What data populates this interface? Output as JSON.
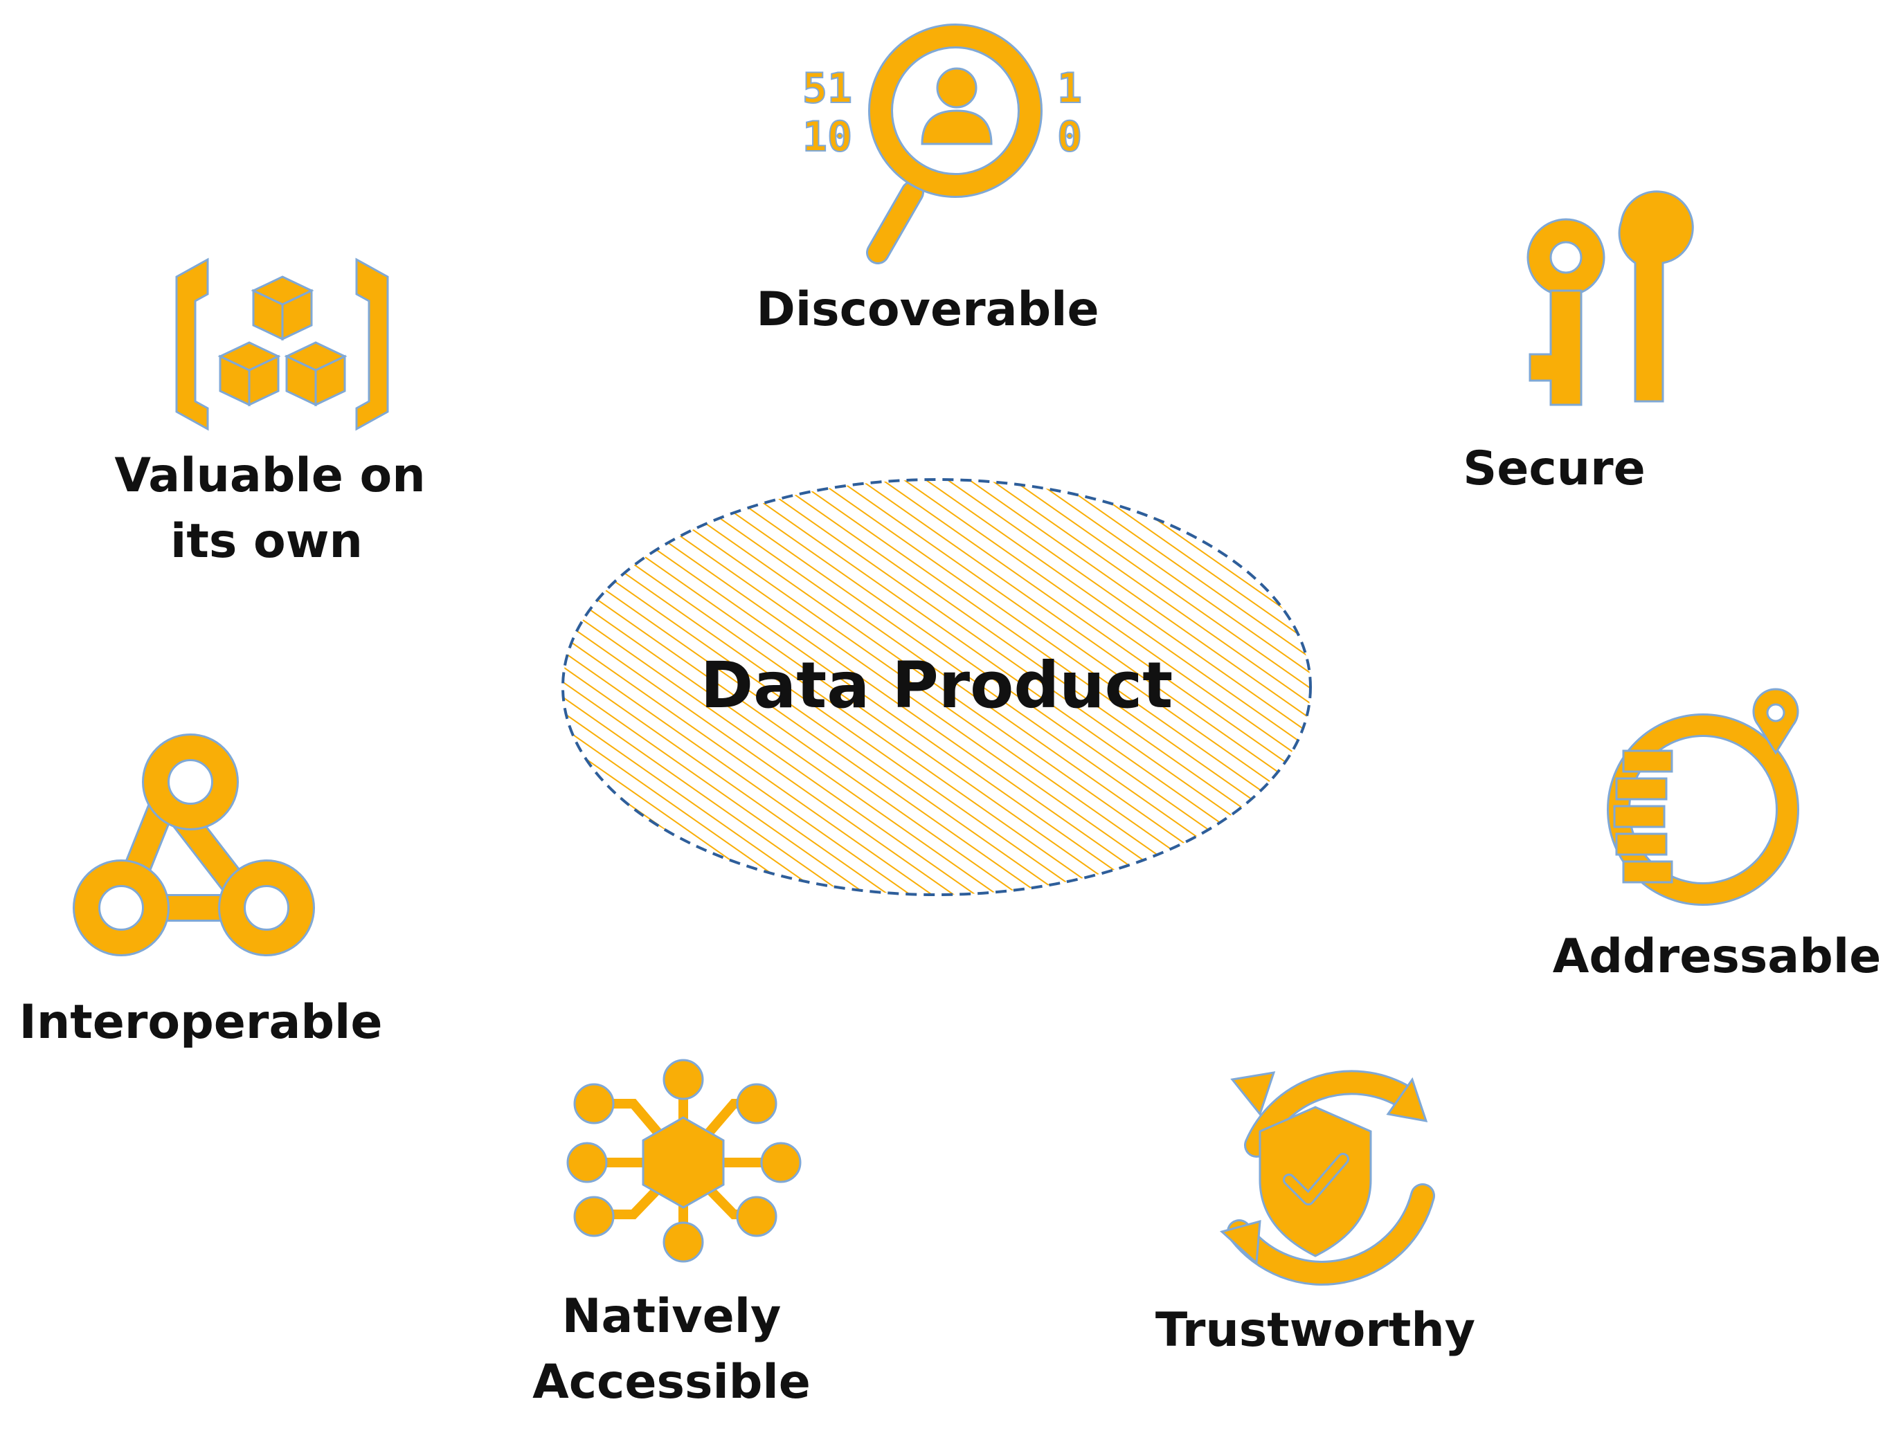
{
  "diagram": {
    "center": {
      "label": "Data Product"
    },
    "properties": [
      {
        "id": "discoverable",
        "label_lines": [
          "Discoverable"
        ],
        "icon": "magnifier-user-binary-icon"
      },
      {
        "id": "secure",
        "label_lines": [
          "Secure"
        ],
        "icon": "keys-icon"
      },
      {
        "id": "addressable",
        "label_lines": [
          "Addressable"
        ],
        "icon": "location-ring-icon"
      },
      {
        "id": "trustworthy",
        "label_lines": [
          "Trustworthy"
        ],
        "icon": "shield-check-refresh-icon"
      },
      {
        "id": "natively-accessible",
        "label_lines": [
          "Natively",
          "Accessible"
        ],
        "icon": "hub-network-icon"
      },
      {
        "id": "interoperable",
        "label_lines": [
          "Interoperable"
        ],
        "icon": "linked-rings-icon"
      },
      {
        "id": "valuable",
        "label_lines": [
          "Valuable on",
          "its own"
        ],
        "icon": "bracketed-cubes-icon"
      }
    ],
    "binary_digits": {
      "left_top": "51",
      "left_bottom": "10",
      "right_top": "1",
      "right_bottom": "0"
    },
    "colors": {
      "accent": "#F9AE07",
      "outline": "#7FA8D6",
      "ellipse_border": "#2E5E9A",
      "text": "#111111"
    }
  }
}
